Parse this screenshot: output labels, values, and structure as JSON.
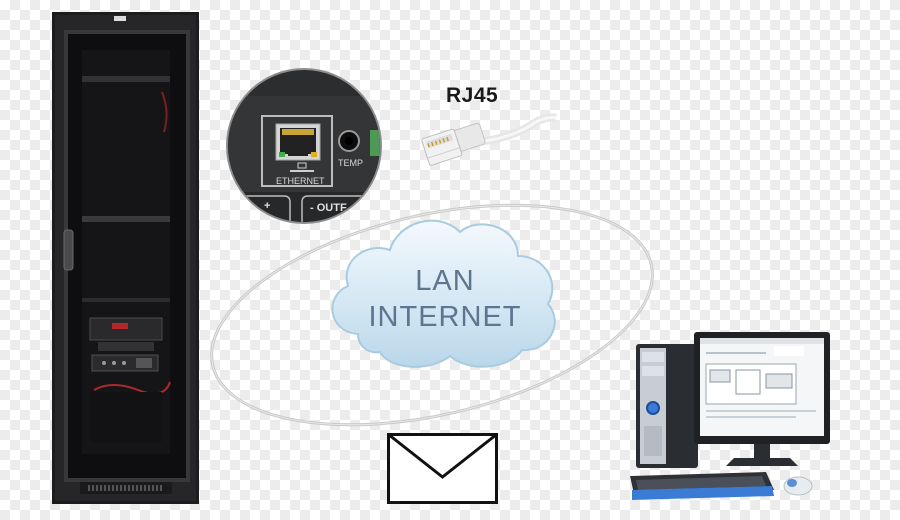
{
  "labels": {
    "connector": "RJ45",
    "cloud_line1": "LAN",
    "cloud_line2": "INTERNET",
    "port_ethernet": "ETHERNET",
    "port_temp": "TEMP",
    "port_out": "- OUTF",
    "port_plus": "+"
  },
  "icons": {
    "rack": "server-rack-icon",
    "cable": "rj45-cable-icon",
    "cloud": "cloud-icon",
    "email": "envelope-icon",
    "workstation": "desktop-computer-icon"
  }
}
